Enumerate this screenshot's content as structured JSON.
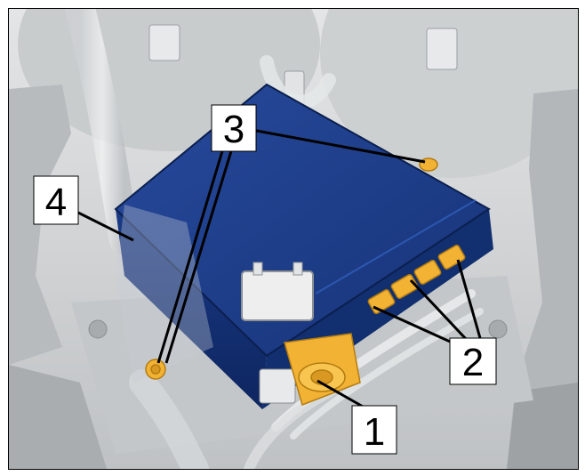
{
  "callouts": [
    {
      "id": "1",
      "label": "1"
    },
    {
      "id": "2",
      "label": "2"
    },
    {
      "id": "3",
      "label": "3"
    },
    {
      "id": "4",
      "label": "4"
    }
  ],
  "colors": {
    "module_body": "#1f3f8f",
    "connector": "#f2b234",
    "background": "#d7d9da",
    "leader_line": "#000000",
    "label_box": "#ffffff"
  }
}
